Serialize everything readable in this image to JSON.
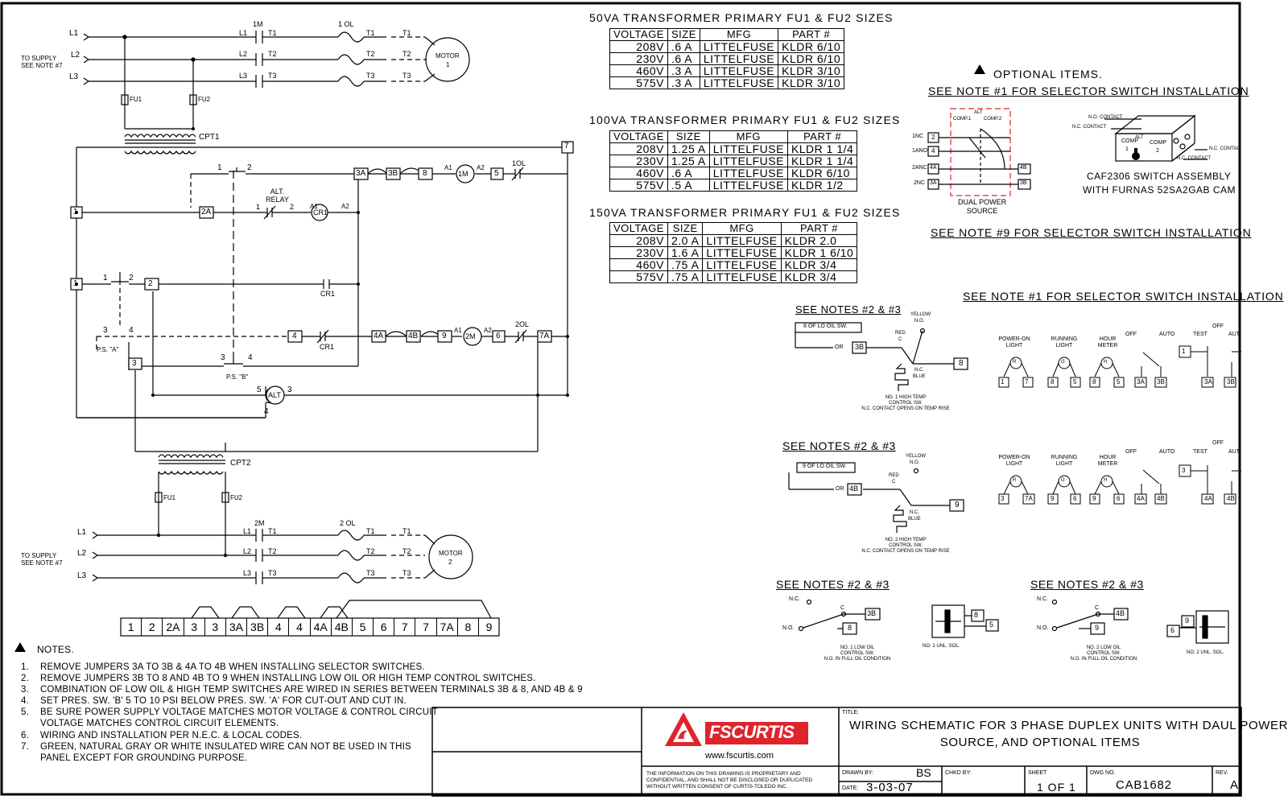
{
  "motor1": {
    "label": "MOTOR",
    "num": "1",
    "supply": "TO SUPPLY",
    "supply_note": "SEE NOTE #7",
    "starter": "1M",
    "overload": "1 OL",
    "transformer": "CPT1"
  },
  "motor2": {
    "label": "MOTOR",
    "num": "2",
    "supply": "TO SUPPLY",
    "supply_note": "SEE NOTE #7",
    "starter": "2M",
    "overload": "2 OL",
    "transformer": "CPT2"
  },
  "fuse_labels": [
    "FU1",
    "FU2"
  ],
  "lines": [
    "L1",
    "L2",
    "L3"
  ],
  "terms": [
    "T1",
    "T2",
    "T3"
  ],
  "control": {
    "alt_relay": "ALT.",
    "relay": "RELAY",
    "cr1": "CR1",
    "cr": "CR1",
    "m1": "1M",
    "m2": "2M",
    "alt": "ALT",
    "ol1": "1OL",
    "ol2": "2OL",
    "psa": "P.S. \"A\"",
    "psb": "P.S. \"B\""
  },
  "terminal_strip": [
    "1",
    "2",
    "2A",
    "3",
    "3",
    "3A",
    "3B",
    "4",
    "4",
    "4A",
    "4B",
    "5",
    "6",
    "7",
    "7",
    "7A",
    "8",
    "9"
  ],
  "fuse_tables": [
    {
      "title": "50VA TRANSFORMER PRIMARY FU1 & FU2 SIZES",
      "headers": [
        "VOLTAGE",
        "SIZE",
        "MFG",
        "PART #"
      ],
      "rows": [
        [
          "208V",
          ".6 A",
          "LITTELFUSE",
          "KLDR 6/10"
        ],
        [
          "230V",
          ".6 A",
          "LITTELFUSE",
          "KLDR 6/10"
        ],
        [
          "460V",
          ".3 A",
          "LITTELFUSE",
          "KLDR 3/10"
        ],
        [
          "575V",
          ".3 A",
          "LITTELFUSE",
          "KLDR 3/10"
        ]
      ]
    },
    {
      "title": "100VA TRANSFORMER PRIMARY FU1 & FU2 SIZES",
      "headers": [
        "VOLTAGE",
        "SIZE",
        "MFG",
        "PART #"
      ],
      "rows": [
        [
          "208V",
          "1.25 A",
          "LITTELFUSE",
          "KLDR 1 1/4"
        ],
        [
          "230V",
          "1.25 A",
          "LITTELFUSE",
          "KLDR 1 1/4"
        ],
        [
          "460V",
          ".6 A",
          "LITTELFUSE",
          "KLDR 6/10"
        ],
        [
          "575V",
          ".5 A",
          "LITTELFUSE",
          "KLDR 1/2"
        ]
      ]
    },
    {
      "title": "150VA TRANSFORMER PRIMARY FU1 & FU2 SIZES",
      "headers": [
        "VOLTAGE",
        "SIZE",
        "MFG",
        "PART #"
      ],
      "rows": [
        [
          "208V",
          "2.0 A",
          "LITTELFUSE",
          "KLDR 2.0"
        ],
        [
          "230V",
          "1.6 A",
          "LITTELFUSE",
          "KLDR 1 6/10"
        ],
        [
          "460V",
          ".75 A",
          "LITTELFUSE",
          "KLDR 3/4"
        ],
        [
          "575V",
          ".75 A",
          "LITTELFUSE",
          "KLDR 3/4"
        ]
      ]
    }
  ],
  "optional": {
    "title": "OPTIONAL ITEMS.",
    "see_note1": "SEE NOTE #1 FOR SELECTOR SWITCH INSTALLATION",
    "see_note9": "SEE NOTE #9 FOR SELECTOR SWITCH INSTALLATION",
    "see_note1b": "SEE NOTE #1 FOR SELECTOR SWITCH INSTALLATION",
    "dual_power": "DUAL POWER",
    "source": "SOURCE",
    "comp1": "COMP.1",
    "comp2": "COMP.2",
    "alt": "ALT",
    "sel_terms": [
      "1NC",
      "1ANO",
      "2ANC",
      "2NC"
    ],
    "switch_assembly": "CAF2306 SWITCH ASSEMBLY",
    "cam": "WITH FURNAS 52SA2GAB CAM",
    "no_contact": "N.O. CONTACT",
    "nc_contact": "N.C. CONTACT",
    "nc_contac2": "N.C. CONTAC",
    "see_notes": "SEE NOTES #2 & #3"
  },
  "temp_switch1": {
    "oil": "8 OF LO OIL SW.",
    "or": "OR",
    "term": "3B",
    "out": "8",
    "yellow": "YELLOW",
    "no": "N.O.",
    "red": "RED",
    "c": "C",
    "nc": "N.C.",
    "blue": "BLUE",
    "l1": "NO. 1 HIGH TEMP",
    "l2": "CONTROL SW.",
    "l3": "N.C. CONTACT OPENS ON TEMP RISE"
  },
  "temp_switch2": {
    "oil": "9 OF LO OIL SW.",
    "or": "OR",
    "term": "4B",
    "out": "9",
    "yellow": "YELLOW",
    "no": "N.O.",
    "red": "RED",
    "c": "C",
    "nc": "N.C.",
    "blue": "BLUE",
    "l1": "NO. 2 HIGH TEMP",
    "l2": "CONTROL SW.",
    "l3": "N.C. CONTACT OPENS ON TEMP RISE"
  },
  "lights": {
    "power_on": [
      "POWER-ON",
      "LIGHT"
    ],
    "running": [
      "RUNNING",
      "LIGHT"
    ],
    "hour": [
      "HOUR",
      "METER"
    ],
    "off": "OFF",
    "auto": "AUTO",
    "test": "TEST",
    "autx": "AUT",
    "row1": [
      "1",
      "7",
      "8",
      "5",
      "8",
      "5",
      "3A",
      "3B"
    ],
    "row2": [
      "3",
      "7A",
      "9",
      "6",
      "9",
      "6",
      "4A",
      "4B"
    ],
    "sw1": [
      "1",
      "3A",
      "3B"
    ],
    "sw2": [
      "3",
      "4A",
      "4B"
    ]
  },
  "lo_oil1": {
    "nc": "N.C.",
    "c": "C",
    "no": "N.O.",
    "t1": "3B",
    "t2": "8",
    "l1": "NO. 1 LOW OIL",
    "l2": "CONTROL SW.",
    "l3": "N.O. IN FULL OIL CONDITION",
    "sol": "NO. 1 UNL. SOL.",
    "s1": "8",
    "s2": "5"
  },
  "lo_oil2": {
    "nc": "N.C.",
    "c": "C",
    "no": "N.O.",
    "t1": "4B",
    "t2": "9",
    "l1": "NO. 2 LOW OIL",
    "l2": "CONTROL SW.",
    "l3": "N.O. IN FULL OIL CONDITION",
    "sol": "NO. 2 UNL. SOL.",
    "s1": "9",
    "s2": "6"
  },
  "notes": {
    "heading": "NOTES.",
    "items": [
      "REMOVE JUMPERS 3A TO 3B & 4A TO 4B WHEN INSTALLING SELECTOR SWITCHES.",
      "REMOVE JUMPERS 3B TO 8 AND 4B TO 9 WHEN INSTALLING LOW OIL OR HIGH TEMP CONTROL SWITCHES.",
      "COMBINATION OF LOW OIL & HIGH TEMP SWITCHES ARE WIRED IN SERIES BETWEEN TERMINALS 3B & 8, AND 4B & 9",
      "SET PRES. SW. 'B' 5 TO 10 PSI BELOW PRES. SW. 'A' FOR CUT-OUT AND CUT IN.",
      "BE SURE POWER SUPPLY VOLTAGE MATCHES MOTOR VOLTAGE & CONTROL CIRCUIT",
      "VOLTAGE MATCHES CONTROL CIRCUIT ELEMENTS.",
      "WIRING AND INSTALLATION PER N.E.C. & LOCAL CODES.",
      "GREEN, NATURAL GRAY OR WHITE INSULATED WIRE CAN NOT BE USED IN THIS",
      "PANEL EXCEPT FOR GROUNDING PURPOSE."
    ],
    "numbers": [
      "1.",
      "2.",
      "3.",
      "4.",
      "5.",
      "6.",
      "7."
    ]
  },
  "title_block": {
    "logo": "FSCURTIS",
    "url": "www.fscurtis.com",
    "proprietary": [
      "THE INFORMATION ON THIS DRAWING IS PROPRIETARY AND",
      "CONFIDENTIAL, AND SHALL NOT BE DISCLOSED OR DUPLICATED",
      "WITHOUT WRITTEN CONSENT OF CURTIS-TOLEDO INC."
    ],
    "title_label": "TITLE:",
    "title_line1": "WIRING SCHEMATIC FOR 3 PHASE DUPLEX UNITS WITH DAUL POWER",
    "title_line2": "SOURCE, AND OPTIONAL ITEMS",
    "drawn_by_label": "DRAWN BY:",
    "drawn_by": "BS",
    "chkd_label": "CHKD BY:",
    "date_label": "DATE:",
    "date": "3-03-07",
    "sheet_label": "SHEET",
    "sheet": "1 OF 1",
    "dwg_label": "DWG NO.",
    "dwg": "CAB1682",
    "rev_label": "REV.",
    "rev": "A"
  },
  "colors": {
    "ink": "#000000",
    "dashed_box": "#e0242c",
    "logo_red": "#e0242c"
  }
}
